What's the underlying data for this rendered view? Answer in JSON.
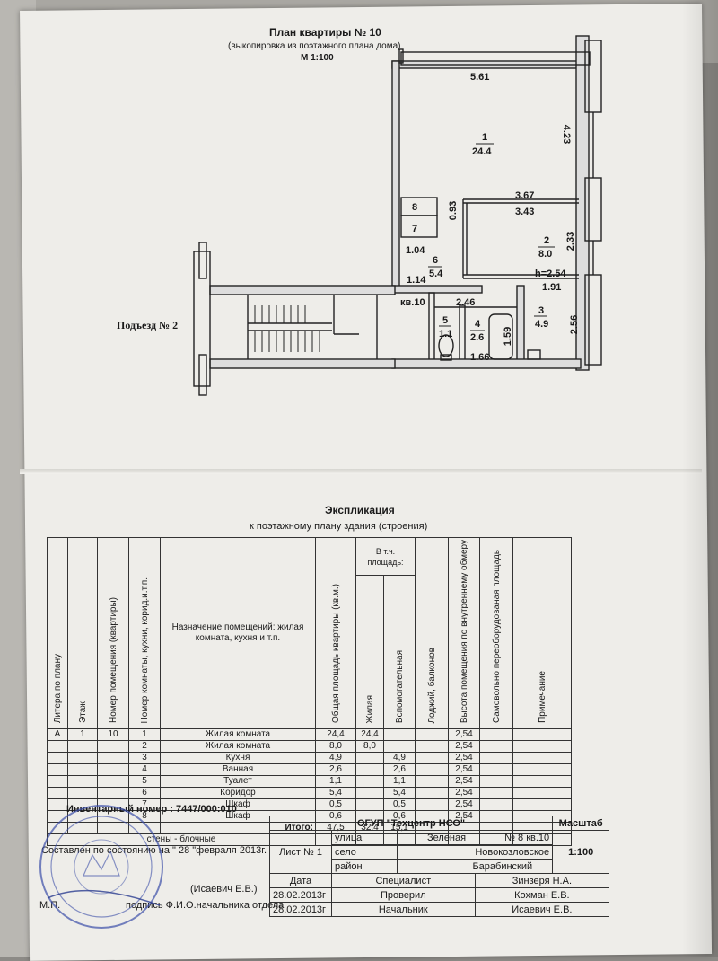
{
  "plan": {
    "title": "План квартиры  № 10",
    "subtitle": "(выкопировка из поэтажного плана дома)",
    "scale": "М 1:100",
    "entrance": "Подъезд № 2",
    "apt_label": "кв.10",
    "height": "h=2.54",
    "dims": [
      "5.61",
      "4.23",
      "3.67",
      "3.43",
      "0.93",
      "2.33",
      "1.04",
      "1.14",
      "2.46",
      "1.91",
      "2.56",
      "1.59",
      "1.66"
    ],
    "rooms": [
      {
        "num": "1",
        "area": "24.4"
      },
      {
        "num": "2",
        "area": "8.0"
      },
      {
        "num": "3",
        "area": "4.9"
      },
      {
        "num": "4",
        "area": "2.6"
      },
      {
        "num": "5",
        "area": "1.1"
      },
      {
        "num": "6",
        "area": "5.4"
      },
      {
        "num": "7",
        "area": ""
      },
      {
        "num": "8",
        "area": ""
      }
    ]
  },
  "explication": {
    "title": "Экспликация",
    "subtitle": "к поэтажному плану здания (строения)",
    "headers": {
      "litera": "Литера по плану",
      "floor": "Этаж",
      "apt_no": "Номер помещения (квартиры)",
      "room_no": "Номер комнаты, кухни, корид.и.т.п.",
      "purpose": "Назначение помещений: жилая комната, кухня и т.п.",
      "total_area": "Общая площадь квартиры (кв.м.)",
      "incl": "В т.ч. площадь:",
      "living": "Жилая",
      "aux": "Вспомогательная",
      "loggia": "Лоджий, балконов",
      "height": "Высота помещения по внутреннему обмеру",
      "rebuilt": "Самовольно переоборудованая площадь",
      "note": "Примечание"
    },
    "rows": [
      {
        "litera": "А",
        "floor": "1",
        "apt": "10",
        "room": "1",
        "name": "Жилая комната",
        "total": "24,4",
        "living": "24,4",
        "aux": "",
        "h": "2,54"
      },
      {
        "litera": "",
        "floor": "",
        "apt": "",
        "room": "2",
        "name": "Жилая комната",
        "total": "8,0",
        "living": "8,0",
        "aux": "",
        "h": "2,54"
      },
      {
        "litera": "",
        "floor": "",
        "apt": "",
        "room": "3",
        "name": "Кухня",
        "total": "4,9",
        "living": "",
        "aux": "4,9",
        "h": "2,54"
      },
      {
        "litera": "",
        "floor": "",
        "apt": "",
        "room": "4",
        "name": "Ванная",
        "total": "2,6",
        "living": "",
        "aux": "2,6",
        "h": "2,54"
      },
      {
        "litera": "",
        "floor": "",
        "apt": "",
        "room": "5",
        "name": "Туалет",
        "total": "1,1",
        "living": "",
        "aux": "1,1",
        "h": "2,54"
      },
      {
        "litera": "",
        "floor": "",
        "apt": "",
        "room": "6",
        "name": "Коридор",
        "total": "5,4",
        "living": "",
        "aux": "5,4",
        "h": "2,54"
      },
      {
        "litera": "",
        "floor": "",
        "apt": "",
        "room": "7",
        "name": "Шкаф",
        "total": "0,5",
        "living": "",
        "aux": "0,5",
        "h": "2,54"
      },
      {
        "litera": "",
        "floor": "",
        "apt": "",
        "room": "8",
        "name": "Шкаф",
        "total": "0,6",
        "living": "",
        "aux": "0,6",
        "h": "2,54"
      }
    ],
    "total_label": "Итого:",
    "total": {
      "total": "47,5",
      "living": "32,4",
      "aux": "15,1"
    },
    "walls": "стены - блочные"
  },
  "footer": {
    "inventory": "Инвентарный номер : 7447/000:010",
    "compiled": "Составлен по состоянию на \" 28 \"февраля  2013г.",
    "signer": "(Исаевич  Е.В.)",
    "mp": "М.П.",
    "sign_caption": "подпись Ф.И.О.начальника отдела"
  },
  "stampbox": {
    "org": "ОГУП  \"Техцентр НСО\"",
    "scale_label": "Масштаб",
    "scale_value": "1:100",
    "sheet": "Лист № 1",
    "street_label": "улица",
    "street": "Зеленая",
    "num_label": "№",
    "num": "8 кв.10",
    "village_label": "село",
    "village": "Новокозловское",
    "district_label": "район",
    "district": "Барабинский",
    "date_label": "Дата",
    "spec_label": "Специалист",
    "spec_name": "Зинзеря Н.А.",
    "date1": "28.02.2013г",
    "checked_label": "Проверил",
    "checked_name": "Кохман Е.В.",
    "date2": "28.02.2013г",
    "chief_label": "Начальник",
    "chief_name": "Исаевич Е.В."
  },
  "colors": {
    "paper": "#eeede9",
    "ink": "#1a1a1a",
    "stamp": "#3c4fa8"
  }
}
